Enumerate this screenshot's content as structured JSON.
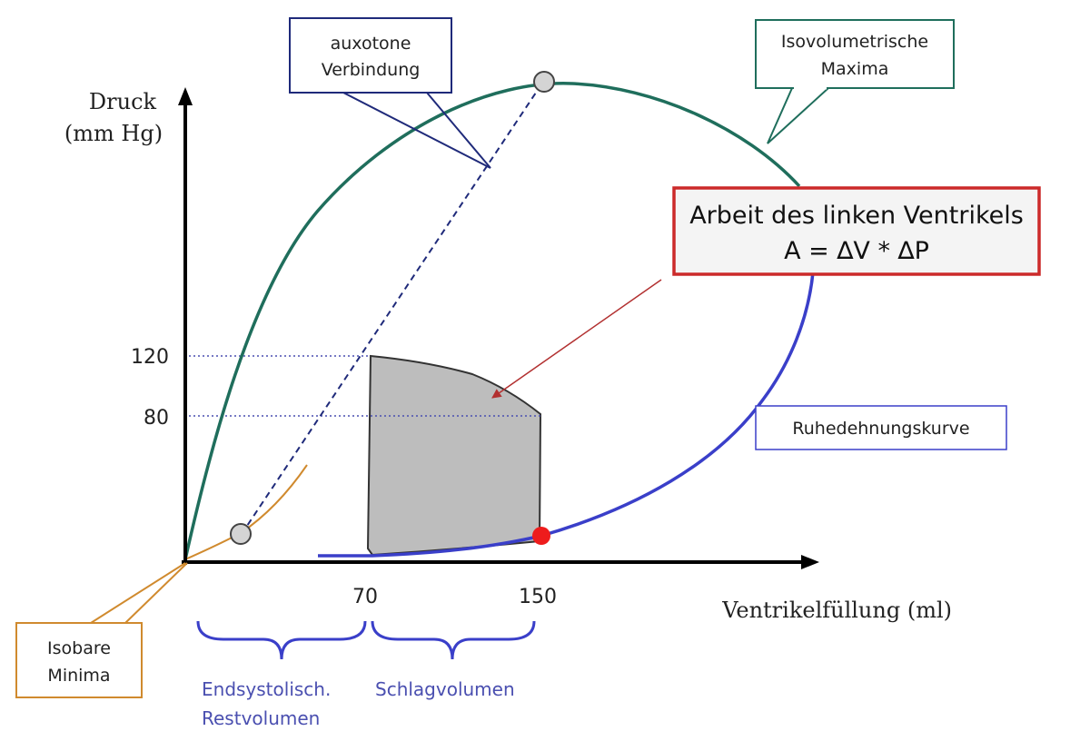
{
  "axes": {
    "y_title_line1": "Druck",
    "y_title_line2": "(mm Hg)",
    "x_title": "Ventrikelfüllung (ml)",
    "y_ticks": [
      "120",
      "80"
    ],
    "x_ticks": [
      "70",
      "150"
    ]
  },
  "labels": {
    "auxotone_line1": "auxotone",
    "auxotone_line2": "Verbindung",
    "isovol_line1": "Isovolumetrische",
    "isovol_line2": "Maxima",
    "work_line1": "Arbeit des linken Ventrikels",
    "work_line2": "A = ∆V  *  ∆P",
    "ruhedehnung": "Ruhedehnungskurve",
    "isobare_line1": "Isobare",
    "isobare_line2": "Minima",
    "endsys_line1": "Endsystolisch.",
    "endsys_line2": "Restvolumen",
    "schlag": "Schlagvolumen"
  },
  "colors": {
    "isovolumetric_curve": "#1f6e5c",
    "rest_curve": "#3a3fc9",
    "isobaric_curve": "#d08a2e",
    "work_box_border": "#cc2a2a",
    "work_area_fill": "#bdbdbd",
    "label_blue": "#4a4fb0",
    "red_point": "#ee1c1c",
    "grey_point": "#d4d4d4"
  }
}
